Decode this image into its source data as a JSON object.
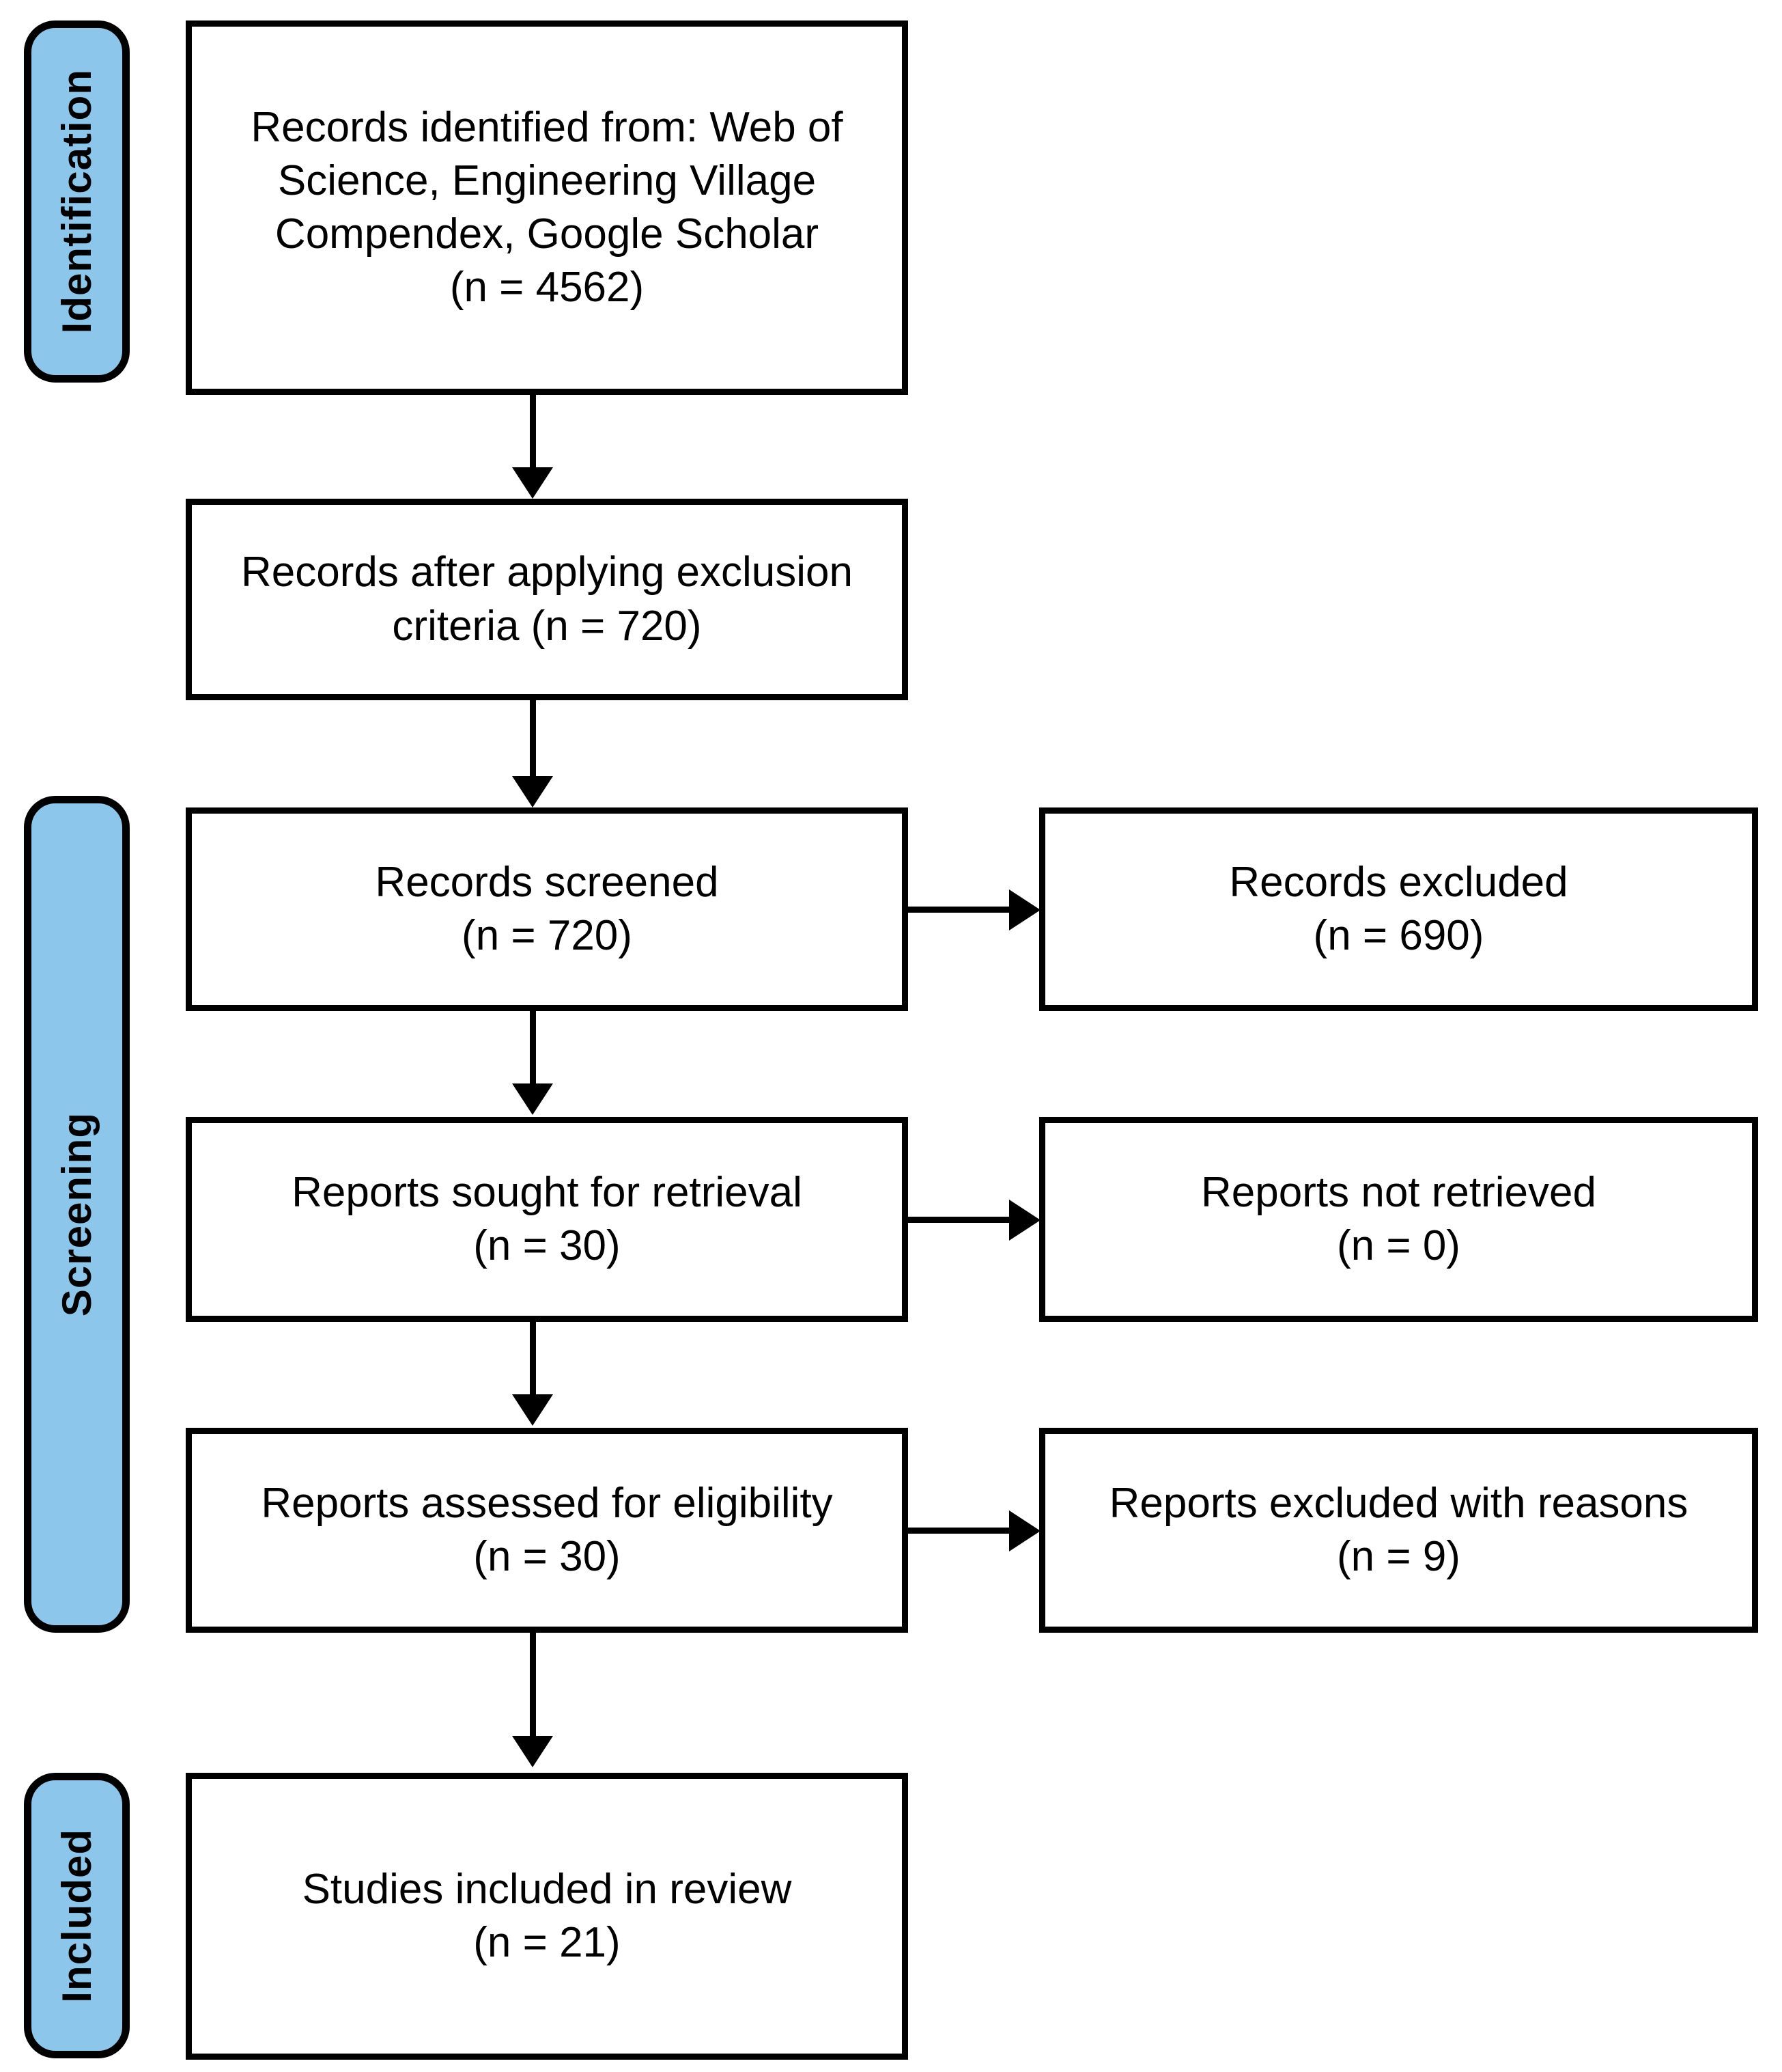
{
  "diagram": {
    "type": "prisma-flow-diagram",
    "accent_color": "#8CC6EA",
    "line_color": "#000000",
    "background_color": "#FFFFFF",
    "stages": [
      {
        "id": "identification",
        "label": "Identification"
      },
      {
        "id": "screening",
        "label": "Screening"
      },
      {
        "id": "included",
        "label": "Included"
      }
    ],
    "boxes": [
      {
        "id": "records-identified",
        "stage": "identification",
        "column": "main",
        "text": "Records identified from: Web of\nScience, Engineering Village\nCompendex, Google Scholar\n(n = 4562)",
        "count": 4562
      },
      {
        "id": "records-after-exclusion",
        "stage": "identification",
        "column": "main",
        "text": "Records after applying exclusion\ncriteria (n = 720)",
        "count": 720
      },
      {
        "id": "records-screened",
        "stage": "screening",
        "column": "main",
        "text": "Records screened\n(n = 720)",
        "count": 720
      },
      {
        "id": "records-excluded",
        "stage": "screening",
        "column": "side",
        "text": "Records excluded\n(n = 690)",
        "count": 690
      },
      {
        "id": "reports-sought",
        "stage": "screening",
        "column": "main",
        "text": "Reports sought for retrieval\n(n = 30)",
        "count": 30
      },
      {
        "id": "reports-not-retrieved",
        "stage": "screening",
        "column": "side",
        "text": "Reports not retrieved\n(n = 0)",
        "count": 0
      },
      {
        "id": "reports-assessed",
        "stage": "screening",
        "column": "main",
        "text": "Reports assessed for eligibility\n(n = 30)",
        "count": 30
      },
      {
        "id": "reports-excluded",
        "stage": "screening",
        "column": "side",
        "text": "Reports excluded with reasons\n(n = 9)",
        "count": 9
      },
      {
        "id": "studies-included",
        "stage": "included",
        "column": "main",
        "text": "Studies included in review\n(n = 21)",
        "count": 21
      }
    ],
    "connectors": [
      {
        "from": "records-identified",
        "to": "records-after-exclusion",
        "direction": "down"
      },
      {
        "from": "records-after-exclusion",
        "to": "records-screened",
        "direction": "down"
      },
      {
        "from": "records-screened",
        "to": "records-excluded",
        "direction": "right"
      },
      {
        "from": "records-screened",
        "to": "reports-sought",
        "direction": "down"
      },
      {
        "from": "reports-sought",
        "to": "reports-not-retrieved",
        "direction": "right"
      },
      {
        "from": "reports-sought",
        "to": "reports-assessed",
        "direction": "down"
      },
      {
        "from": "reports-assessed",
        "to": "reports-excluded",
        "direction": "right"
      },
      {
        "from": "reports-assessed",
        "to": "studies-included",
        "direction": "down"
      }
    ]
  }
}
